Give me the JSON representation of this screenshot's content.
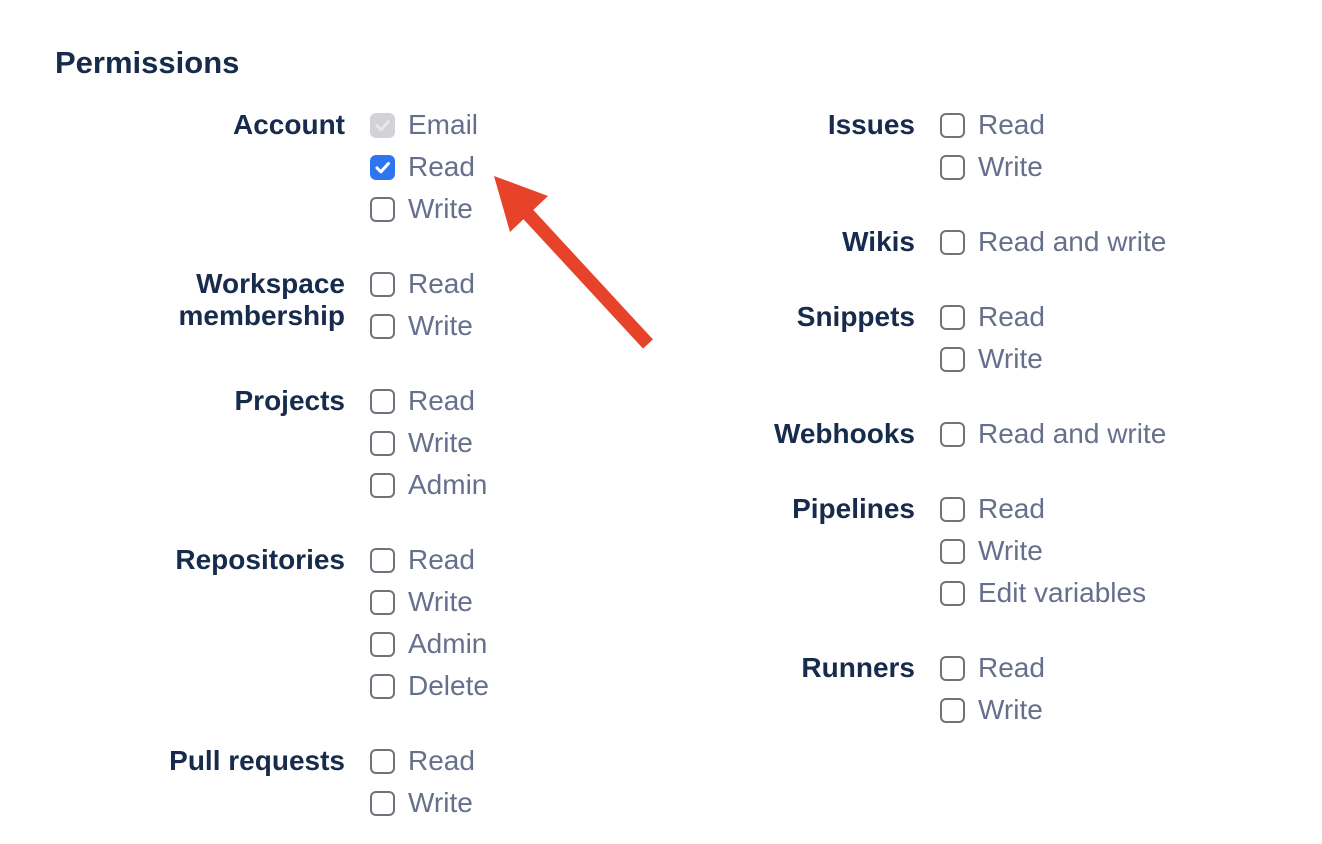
{
  "heading": "Permissions",
  "colors": {
    "heading_text": "#172b4d",
    "group_label_text": "#172b4d",
    "option_text": "#66708c",
    "checkbox_checked_bg": "#2e76f0",
    "checkbox_check": "#ffffff",
    "checkbox_border": "#72727c",
    "checkbox_disabled_bg": "#d1d3d7",
    "checkbox_disabled_check": "#e7e8ea",
    "arrow_color": "#e6432a"
  },
  "columns": {
    "left": {
      "groups": [
        {
          "label": "Account",
          "options": [
            {
              "label": "Email",
              "state": "checked_disabled"
            },
            {
              "label": "Read",
              "state": "checked"
            },
            {
              "label": "Write",
              "state": "unchecked"
            }
          ]
        },
        {
          "label": "Workspace membership",
          "label_lines": [
            "Workspace",
            "membership"
          ],
          "options": [
            {
              "label": "Read",
              "state": "unchecked"
            },
            {
              "label": "Write",
              "state": "unchecked"
            }
          ]
        },
        {
          "label": "Projects",
          "options": [
            {
              "label": "Read",
              "state": "unchecked"
            },
            {
              "label": "Write",
              "state": "unchecked"
            },
            {
              "label": "Admin",
              "state": "unchecked"
            }
          ]
        },
        {
          "label": "Repositories",
          "options": [
            {
              "label": "Read",
              "state": "unchecked"
            },
            {
              "label": "Write",
              "state": "unchecked"
            },
            {
              "label": "Admin",
              "state": "unchecked"
            },
            {
              "label": "Delete",
              "state": "unchecked"
            }
          ]
        },
        {
          "label": "Pull requests",
          "options": [
            {
              "label": "Read",
              "state": "unchecked"
            },
            {
              "label": "Write",
              "state": "unchecked"
            }
          ]
        }
      ]
    },
    "right": {
      "groups": [
        {
          "label": "Issues",
          "options": [
            {
              "label": "Read",
              "state": "unchecked"
            },
            {
              "label": "Write",
              "state": "unchecked"
            }
          ]
        },
        {
          "label": "Wikis",
          "options": [
            {
              "label": "Read and write",
              "state": "unchecked"
            }
          ]
        },
        {
          "label": "Snippets",
          "options": [
            {
              "label": "Read",
              "state": "unchecked"
            },
            {
              "label": "Write",
              "state": "unchecked"
            }
          ]
        },
        {
          "label": "Webhooks",
          "options": [
            {
              "label": "Read and write",
              "state": "unchecked"
            }
          ]
        },
        {
          "label": "Pipelines",
          "options": [
            {
              "label": "Read",
              "state": "unchecked"
            },
            {
              "label": "Write",
              "state": "unchecked"
            },
            {
              "label": "Edit variables",
              "state": "unchecked"
            }
          ]
        },
        {
          "label": "Runners",
          "options": [
            {
              "label": "Read",
              "state": "unchecked"
            },
            {
              "label": "Write",
              "state": "unchecked"
            }
          ]
        }
      ]
    }
  },
  "annotation": {
    "type": "arrow",
    "points_at": "account-read-checkbox"
  }
}
